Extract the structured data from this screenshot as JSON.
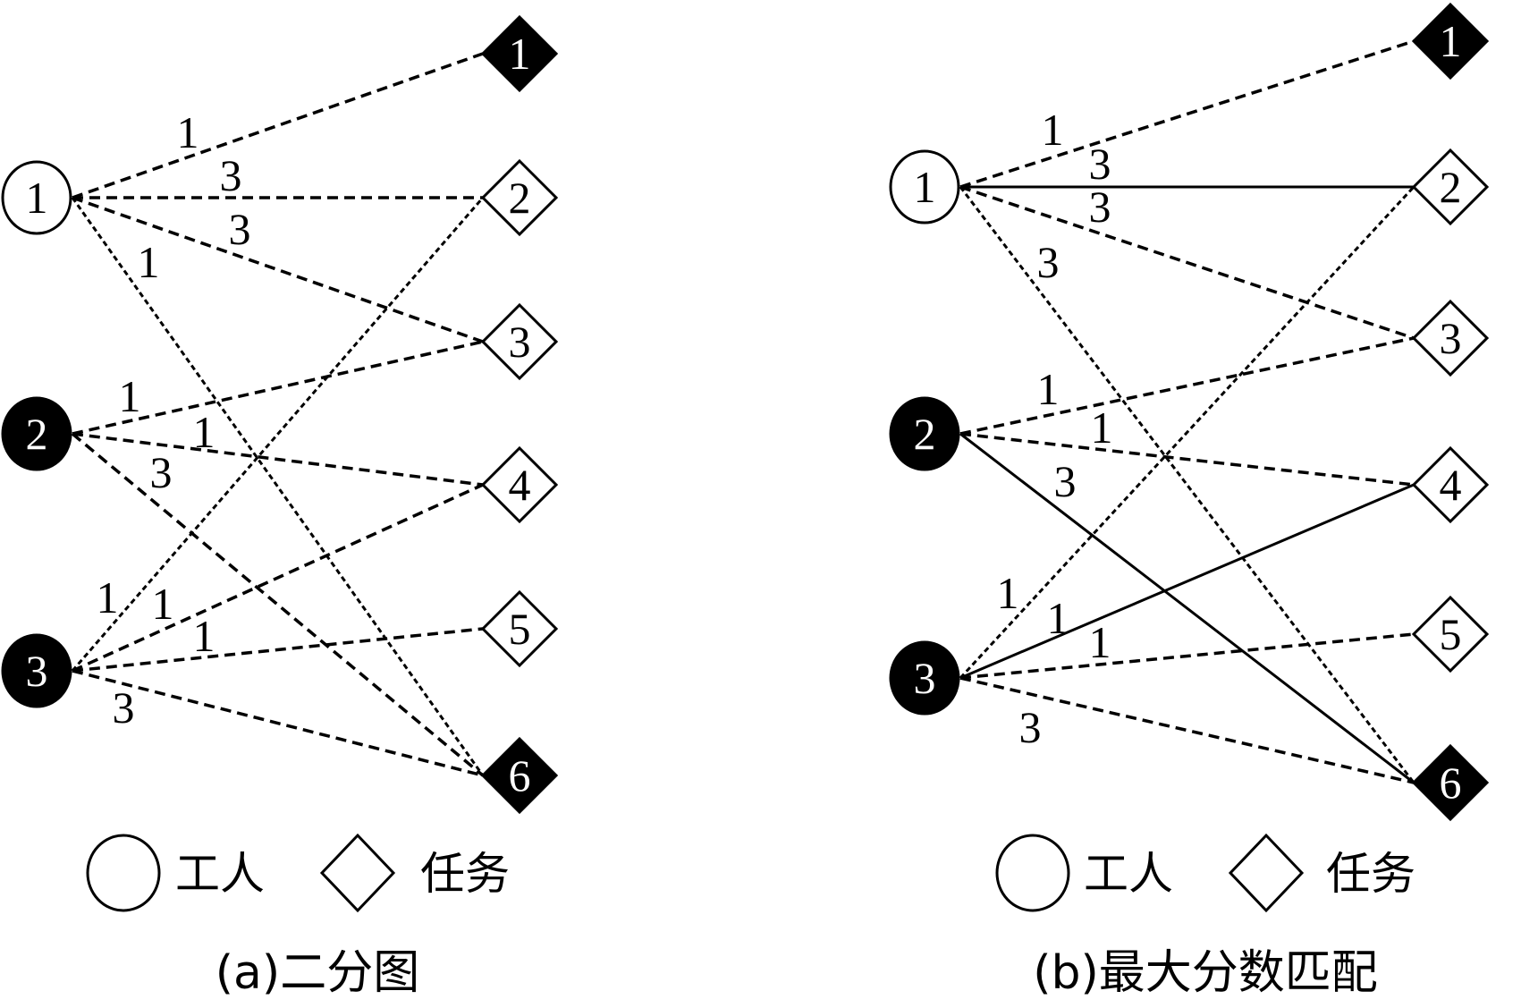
{
  "colors": {
    "stroke": "#000000",
    "filled": "#000000",
    "empty": "#ffffff",
    "text_on_filled": "#ffffff",
    "text_on_empty": "#000000"
  },
  "legend": {
    "worker_label": "工人",
    "task_label": "任务"
  },
  "panels": [
    {
      "id": "a",
      "caption": "(a)二分图",
      "workers": [
        {
          "label": "1",
          "filled": false
        },
        {
          "label": "2",
          "filled": true
        },
        {
          "label": "3",
          "filled": true
        }
      ],
      "tasks": [
        {
          "label": "1",
          "filled": true
        },
        {
          "label": "2",
          "filled": false
        },
        {
          "label": "3",
          "filled": false
        },
        {
          "label": "4",
          "filled": false
        },
        {
          "label": "5",
          "filled": false
        },
        {
          "label": "6",
          "filled": true
        }
      ],
      "edges": [
        {
          "worker": 1,
          "task": 1,
          "weight": "1",
          "style": "dashed"
        },
        {
          "worker": 1,
          "task": 2,
          "weight": "3",
          "style": "dashed"
        },
        {
          "worker": 1,
          "task": 3,
          "weight": "3",
          "style": "dashed"
        },
        {
          "worker": 1,
          "task": 6,
          "weight": "1",
          "style": "dotted"
        },
        {
          "worker": 2,
          "task": 3,
          "weight": "1",
          "style": "dashed"
        },
        {
          "worker": 2,
          "task": 4,
          "weight": "1",
          "style": "dashed"
        },
        {
          "worker": 2,
          "task": 6,
          "weight": "3",
          "style": "dashed"
        },
        {
          "worker": 3,
          "task": 2,
          "weight": "1",
          "style": "dotted"
        },
        {
          "worker": 3,
          "task": 4,
          "weight": "1",
          "style": "dashed"
        },
        {
          "worker": 3,
          "task": 5,
          "weight": "1",
          "style": "dashed"
        },
        {
          "worker": 3,
          "task": 6,
          "weight": "3",
          "style": "dashed"
        }
      ]
    },
    {
      "id": "b",
      "caption": "(b)最大分数匹配",
      "workers": [
        {
          "label": "1",
          "filled": false
        },
        {
          "label": "2",
          "filled": true
        },
        {
          "label": "3",
          "filled": true
        }
      ],
      "tasks": [
        {
          "label": "1",
          "filled": true
        },
        {
          "label": "2",
          "filled": false
        },
        {
          "label": "3",
          "filled": false
        },
        {
          "label": "4",
          "filled": false
        },
        {
          "label": "5",
          "filled": false
        },
        {
          "label": "6",
          "filled": true
        }
      ],
      "edges": [
        {
          "worker": 1,
          "task": 1,
          "weight": "1",
          "style": "dashed"
        },
        {
          "worker": 1,
          "task": 2,
          "weight": "3",
          "style": "solid"
        },
        {
          "worker": 1,
          "task": 3,
          "weight": "3",
          "style": "dashed"
        },
        {
          "worker": 1,
          "task": 6,
          "weight": "3",
          "style": "dotted"
        },
        {
          "worker": 2,
          "task": 3,
          "weight": "1",
          "style": "dashed"
        },
        {
          "worker": 2,
          "task": 4,
          "weight": "1",
          "style": "dashed"
        },
        {
          "worker": 2,
          "task": 6,
          "weight": "3",
          "style": "solid"
        },
        {
          "worker": 3,
          "task": 2,
          "weight": "1",
          "style": "dotted"
        },
        {
          "worker": 3,
          "task": 4,
          "weight": "1",
          "style": "solid"
        },
        {
          "worker": 3,
          "task": 5,
          "weight": "1",
          "style": "dashed"
        },
        {
          "worker": 3,
          "task": 6,
          "weight": "3",
          "style": "dashed"
        }
      ]
    }
  ]
}
